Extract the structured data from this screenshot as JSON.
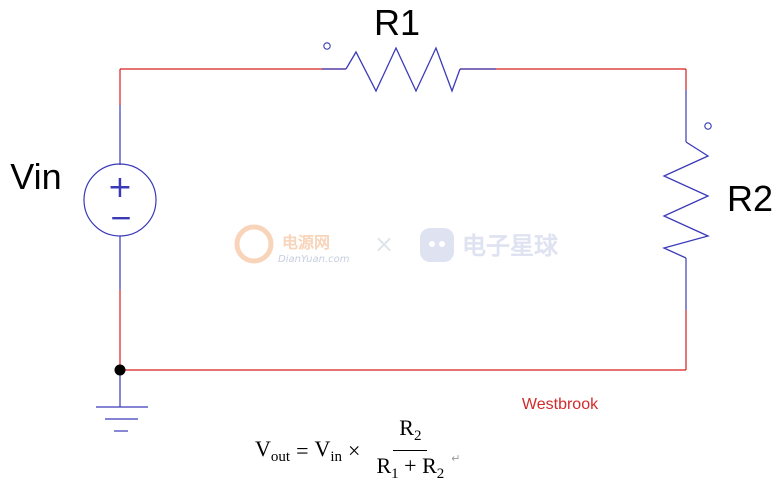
{
  "labels": {
    "r1": "R1",
    "r2": "R2",
    "vin": "Vin",
    "signature": "Westbrook"
  },
  "source": {
    "plus": "+",
    "minus": "−"
  },
  "watermark": {
    "left_cn": "电源网",
    "left_en": "DianYuan.com",
    "times": "×",
    "right_cn": "电子星球"
  },
  "equation": {
    "v": "V",
    "out_sub": "out",
    "equals": "=",
    "vin_v": "V",
    "in_sub": "in",
    "times": "×",
    "num_r": "R",
    "num_sub": "2",
    "den_r1": "R",
    "den_sub1": "1",
    "plus": "+",
    "den_r2": "R",
    "den_sub2": "2",
    "return_mark": "↵"
  },
  "colors": {
    "wire_red": "#d81e1e",
    "wire_blue": "#3a3ab8",
    "signature": "#d22b2b",
    "watermark": "#cdd3e6"
  }
}
